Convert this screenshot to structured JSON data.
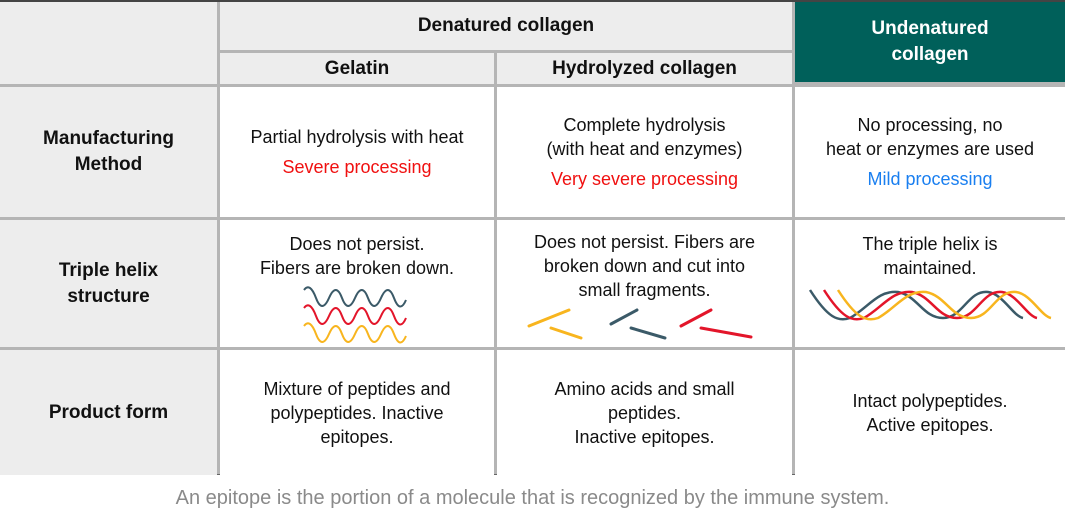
{
  "header": {
    "denatured": "Denatured collagen",
    "gelatin": "Gelatin",
    "hydrolyzed": "Hydrolyzed collagen",
    "undenatured": [
      "Undenatured",
      "collagen"
    ]
  },
  "rows": [
    {
      "label": [
        "Manufacturing",
        "Method"
      ],
      "gelatin": {
        "text": [
          "Partial hydrolysis with heat"
        ],
        "note": "Severe processing"
      },
      "hydrolyzed": {
        "text": [
          "Complete hydrolysis",
          "(with heat and enzymes)"
        ],
        "note": "Very severe processing"
      },
      "undenatured": {
        "text": [
          "No processing, no",
          "heat or enzymes are used"
        ],
        "note": "Mild processing"
      }
    },
    {
      "label": [
        "Triple helix",
        "structure"
      ],
      "gelatin": {
        "text": [
          "Does not persist.",
          "Fibers are broken down."
        ],
        "icon": "wavy-strands-icon"
      },
      "hydrolyzed": {
        "text": [
          "Does not persist. Fibers are",
          "broken down and cut into",
          "small fragments."
        ],
        "icon": "fragments-icon"
      },
      "undenatured": {
        "text": [
          "The triple helix is",
          "maintained."
        ],
        "icon": "triple-helix-icon"
      }
    },
    {
      "label": [
        "Product form"
      ],
      "gelatin": {
        "text": [
          "Mixture of peptides and",
          "polypeptides. Inactive",
          "epitopes."
        ]
      },
      "hydrolyzed": {
        "text": [
          "Amino acids and small",
          "peptides.",
          "Inactive epitopes."
        ]
      },
      "undenatured": {
        "text": [
          "Intact polypeptides.",
          "Active epitopes."
        ]
      }
    }
  ],
  "caption": "An epitope is the portion of a molecule that is recognized by the immune system.",
  "colors": {
    "header_green": "#00605a",
    "severe": "#f01010",
    "mild": "#1a7ff0",
    "strand_dark": "#3b5a68",
    "strand_red": "#e3152a",
    "strand_yellow": "#f8b51e"
  }
}
